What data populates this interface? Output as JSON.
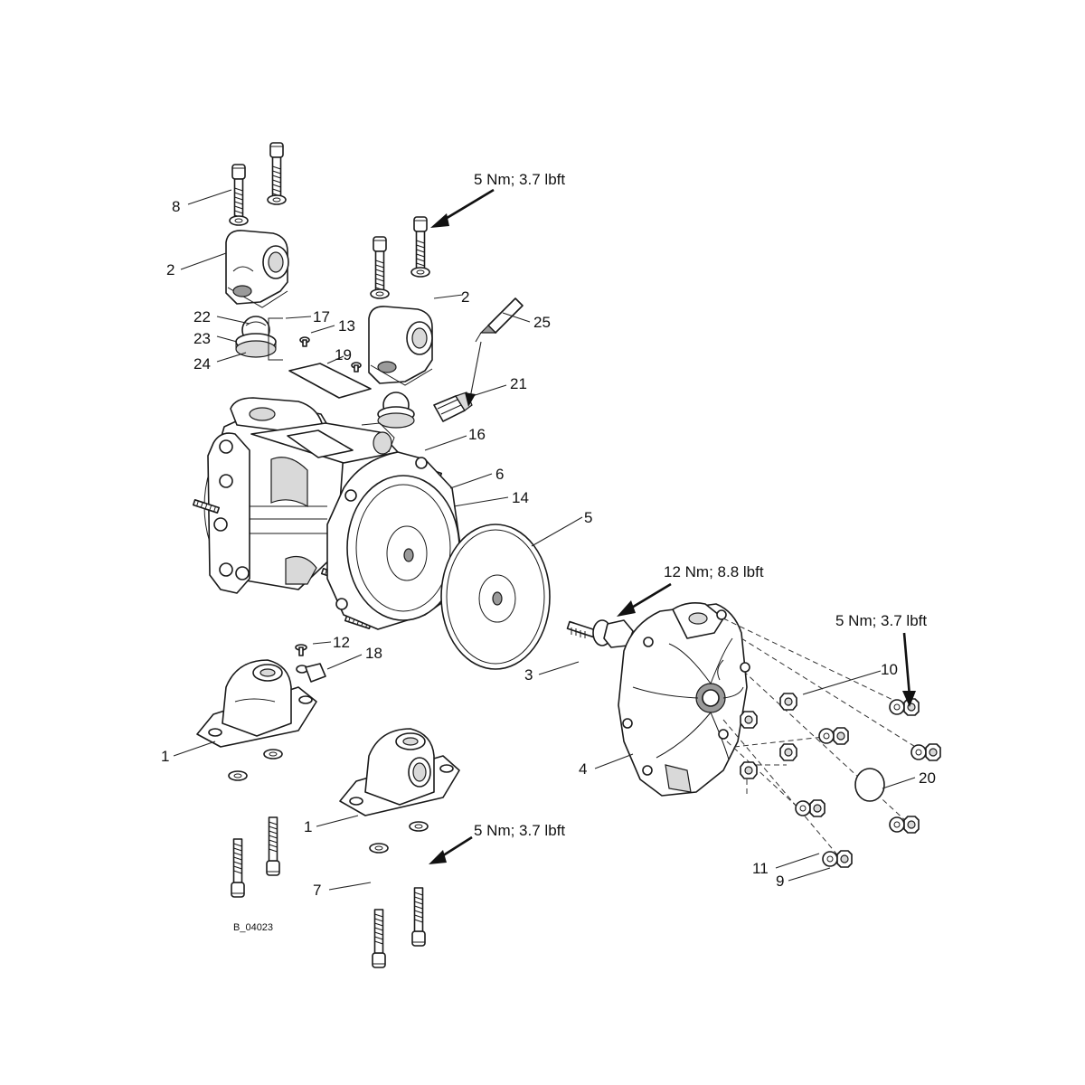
{
  "figure_code": "B_04023",
  "torque_labels": {
    "top": "5 Nm; 3.7 lbft",
    "center": "12 Nm; 8.8 lbft",
    "right": "5 Nm; 3.7 lbft",
    "bottom": "5 Nm; 3.7 lbft"
  },
  "callouts": [
    {
      "id": "c8",
      "text": "8"
    },
    {
      "id": "c2a",
      "text": "2"
    },
    {
      "id": "c2b",
      "text": "2"
    },
    {
      "id": "c22",
      "text": "22"
    },
    {
      "id": "c17",
      "text": "17"
    },
    {
      "id": "c13",
      "text": "13"
    },
    {
      "id": "c23",
      "text": "23"
    },
    {
      "id": "c24",
      "text": "24"
    },
    {
      "id": "c19",
      "text": "19"
    },
    {
      "id": "c25",
      "text": "25"
    },
    {
      "id": "c21",
      "text": "21"
    },
    {
      "id": "c16",
      "text": "16"
    },
    {
      "id": "c6",
      "text": "6"
    },
    {
      "id": "c14",
      "text": "14"
    },
    {
      "id": "c5",
      "text": "5"
    },
    {
      "id": "c12",
      "text": "12"
    },
    {
      "id": "c18",
      "text": "18"
    },
    {
      "id": "c3",
      "text": "3"
    },
    {
      "id": "c10",
      "text": "10"
    },
    {
      "id": "c1a",
      "text": "1"
    },
    {
      "id": "c4",
      "text": "4"
    },
    {
      "id": "c20",
      "text": "20"
    },
    {
      "id": "c1b",
      "text": "1"
    },
    {
      "id": "c11",
      "text": "11"
    },
    {
      "id": "c9",
      "text": "9"
    },
    {
      "id": "c7",
      "text": "7"
    }
  ]
}
